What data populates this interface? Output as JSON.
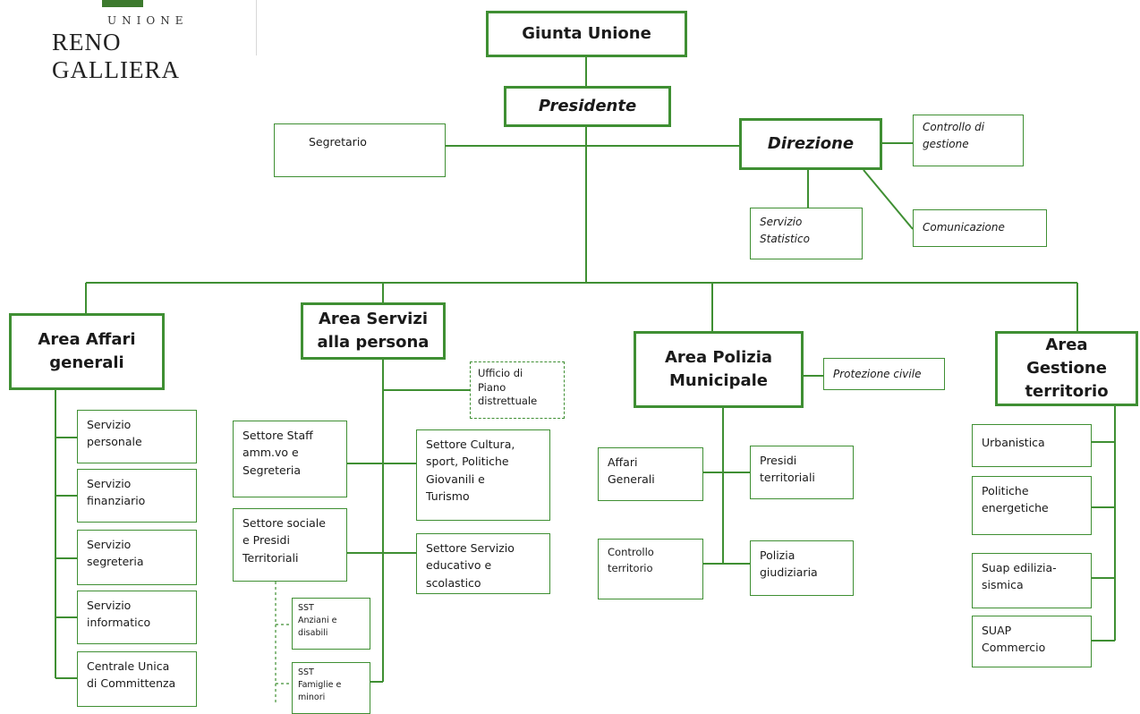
{
  "logo": {
    "line1": "UNIONE",
    "line2": "RENO GALLIERA"
  },
  "nodes": {
    "giunta": "Giunta Unione",
    "presidente": "Presidente",
    "segretario": "Segretario",
    "direzione": "Direzione",
    "controllo_gestione": "Controllo di\ngestione",
    "servizio_statistico": "Servizio\nStatistico",
    "comunicazione": "Comunicazione",
    "area_affari": "Area Affari\ngenerali",
    "area_servizi": "Area Servizi\nalla persona",
    "area_polizia": "Area Polizia\nMunicipale",
    "area_gestione": "Area Gestione\nterritorio",
    "ufficio_piano": "Ufficio di\nPiano\ndistrettuale",
    "protezione_civile": "Protezione civile",
    "servizio_personale": "Servizio\npersonale",
    "servizio_finanziario": "Servizio\nfinanziario",
    "servizio_segreteria": "Servizio\nsegreteria",
    "servizio_informatico": "Servizio\ninformatico",
    "centrale_unica": "Centrale Unica\ndi Committenza",
    "settore_staff": "Settore Staff\namm.vo  e\nSegreteria",
    "settore_cultura": "Settore Cultura,\nsport, Politiche\nGiovanili e\nTurismo",
    "settore_sociale": "Settore sociale\ne Presidi\nTerritoriali",
    "settore_educativo": "Settore Servizio\neducativo e\nscolastico",
    "sst_anziani": "SST\nAnziani e\ndisabili",
    "sst_famiglie": "SST\nFamiglie e\nminori",
    "affari_generali_pm": "Affari\nGenerali",
    "presidi_territoriali": "Presidi\nterritoriali",
    "controllo_territorio": "Controllo\nterritorio",
    "polizia_giudiziaria": "Polizia\ngiudiziaria",
    "urbanistica": "Urbanistica",
    "politiche_energetiche": "Politiche\nenergetiche",
    "suap_edilizia": "Suap edilizia-\nsismica",
    "suap_commercio": "SUAP\nCommercio"
  }
}
